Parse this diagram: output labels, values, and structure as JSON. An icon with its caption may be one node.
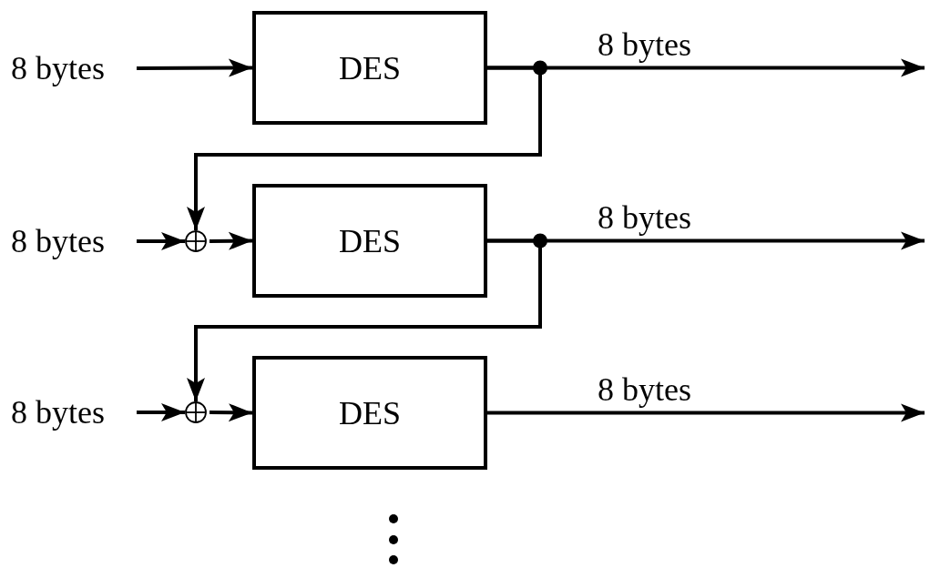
{
  "diagram": {
    "nodes": [
      {
        "text": [
          "8 bytes"
        ]
      },
      {
        "text": [
          "DES"
        ]
      },
      {
        "text": [
          "8 bytes"
        ]
      },
      {
        "text": [],
        "shape": "circle"
      },
      {
        "text": [
          "DES"
        ]
      },
      {
        "text": [
          "8 bytes"
        ]
      },
      {
        "text": [],
        "shape": "circle"
      },
      {
        "text": [
          "DES"
        ]
      }
    ],
    "edges": [
      {
        "from": 0,
        "to": 1,
        "arrow": "to"
      },
      {
        "from": 1,
        "to": null,
        "arrow": "to",
        "label": "8 bytes"
      },
      {
        "from": 1,
        "to": 3,
        "arrow": "to"
      },
      {
        "from": 2,
        "to": 3,
        "arrow": "to"
      },
      {
        "from": 3,
        "to": 4,
        "arrow": "to"
      },
      {
        "from": 4,
        "to": null,
        "arrow": "to",
        "label": "8 bytes"
      },
      {
        "from": 4,
        "to": 6,
        "arrow": "to"
      },
      {
        "from": 5,
        "to": 6,
        "arrow": "to"
      },
      {
        "from": 6,
        "to": 7,
        "arrow": "to"
      },
      {
        "from": 7,
        "to": null,
        "arrow": "to",
        "label": "8 bytes"
      }
    ]
  }
}
